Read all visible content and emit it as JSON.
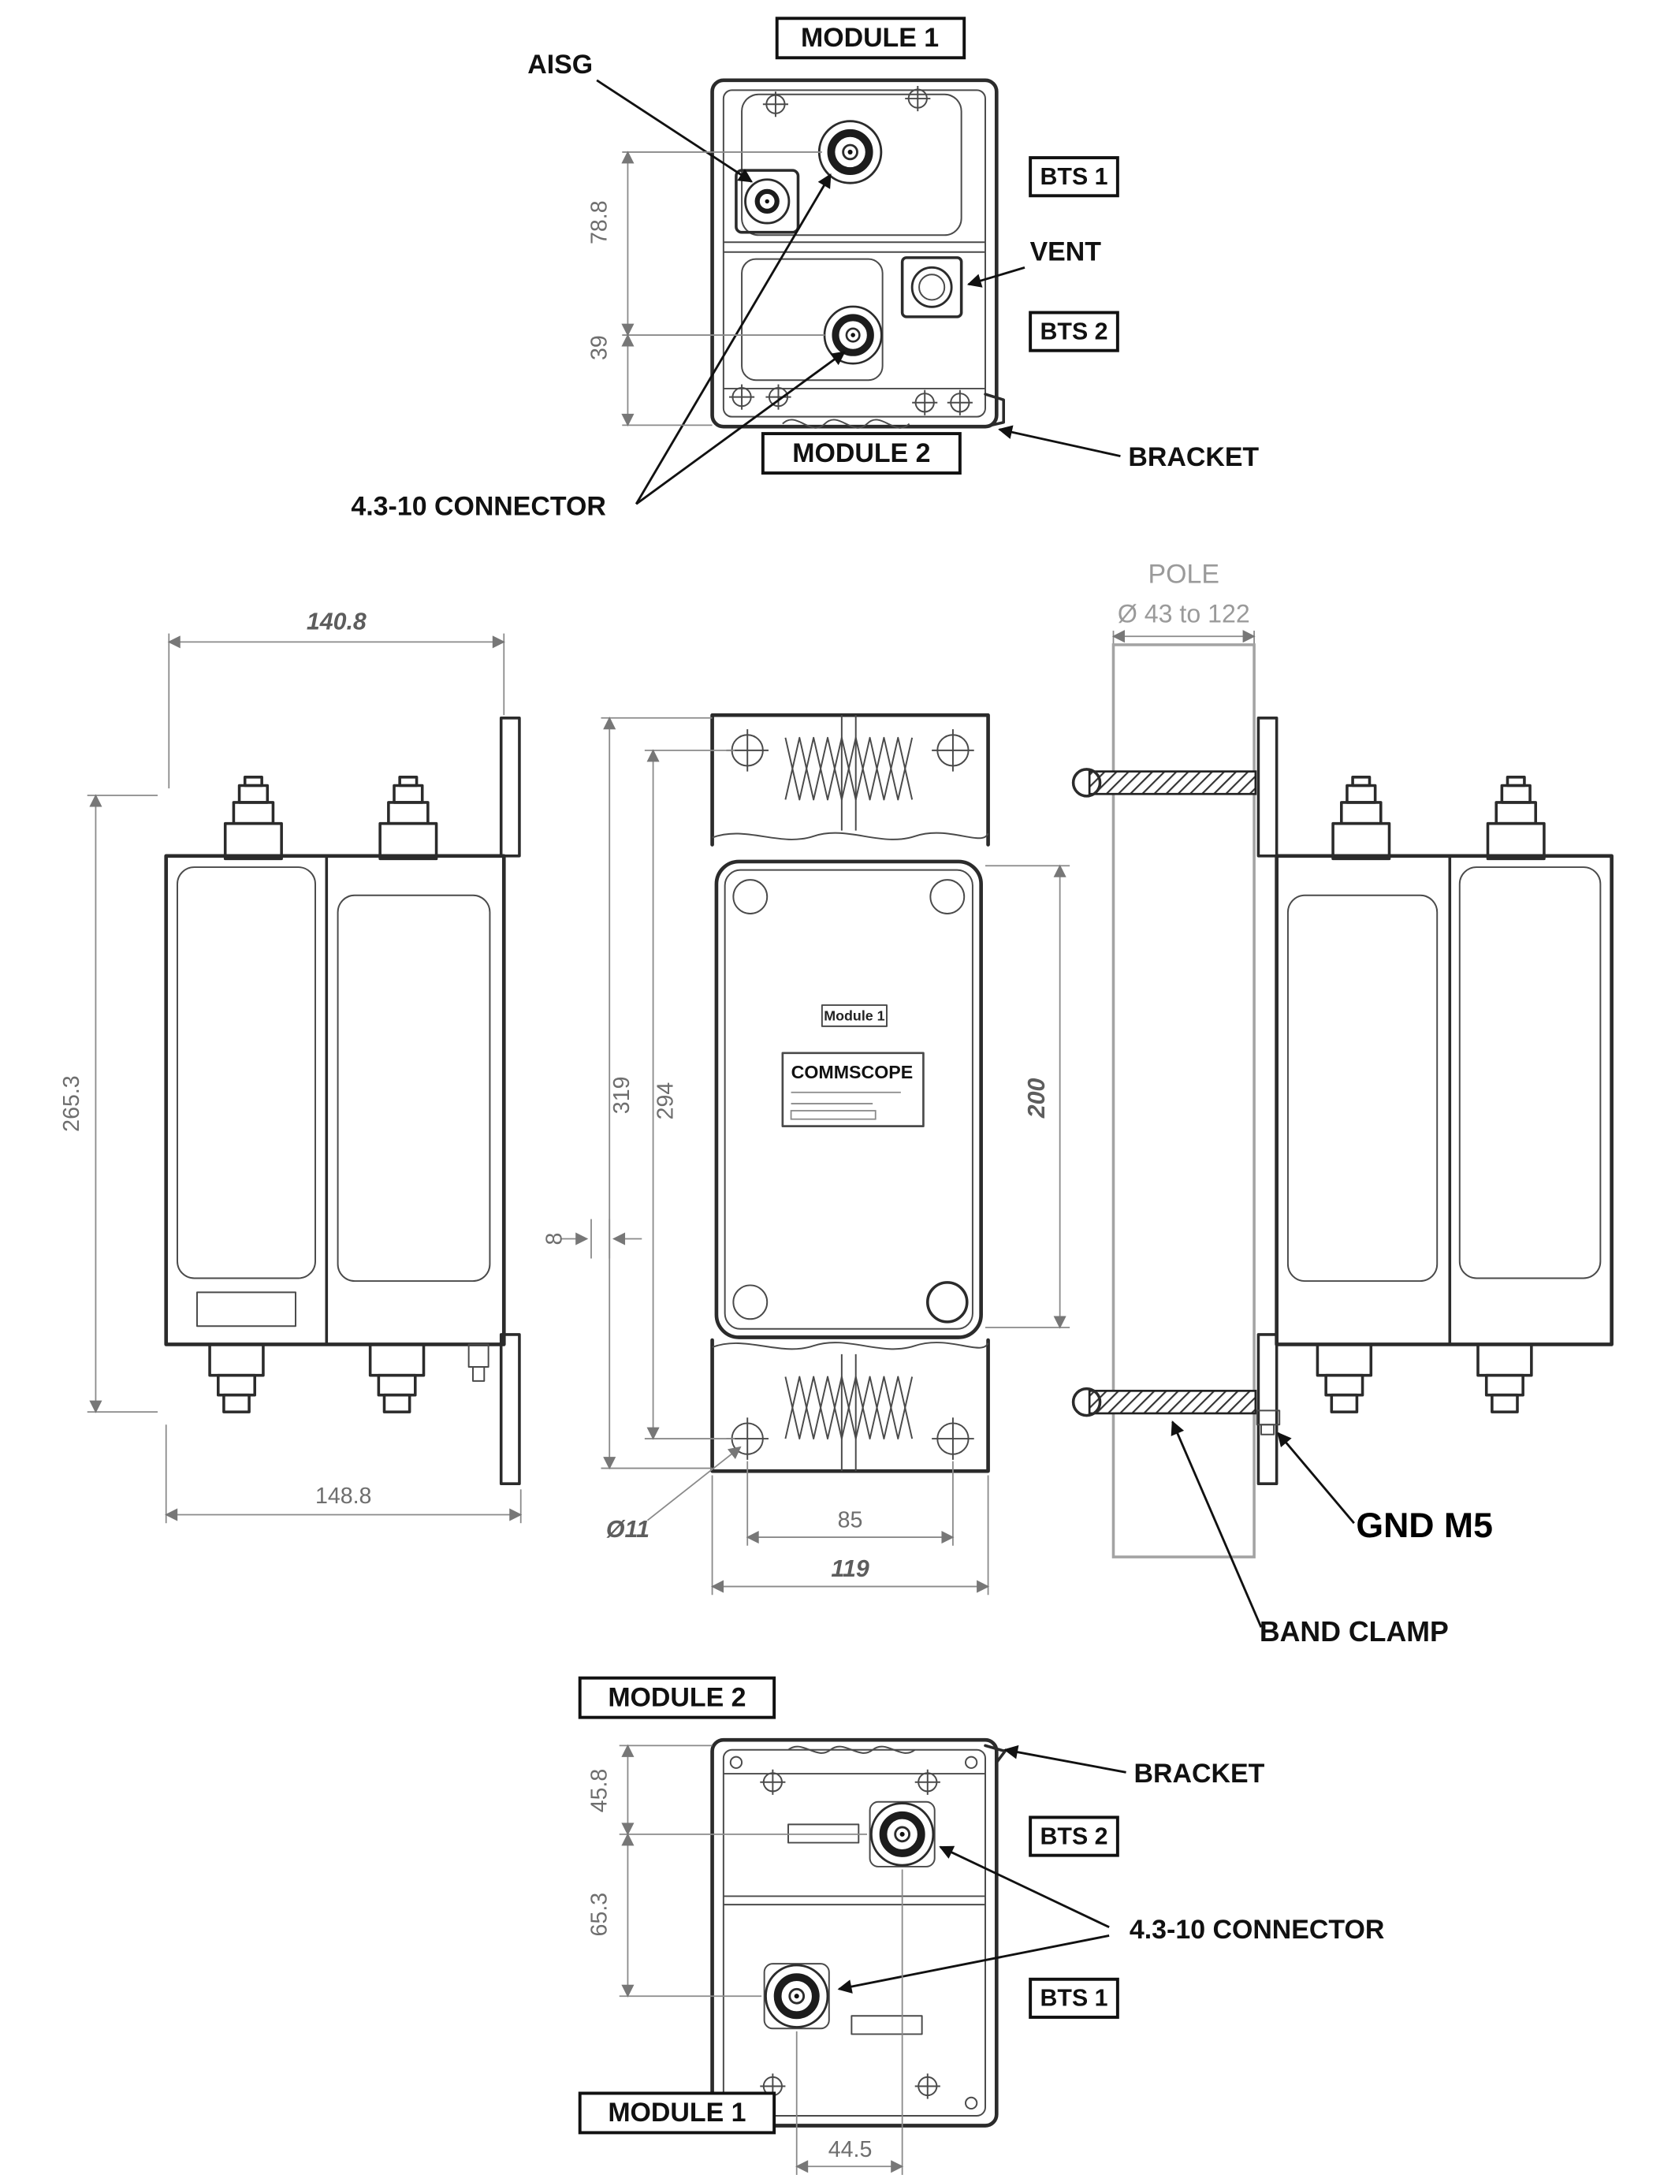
{
  "top_view": {
    "module1": "MODULE 1",
    "module2": "MODULE 2",
    "aisg": "AISG",
    "bts1": "BTS 1",
    "bts2": "BTS 2",
    "vent": "VENT",
    "bracket": "BRACKET",
    "connector": "4.3-10 CONNECTOR",
    "dim_connector_spacing": "78.8",
    "dim_connector_to_edge": "39"
  },
  "side_view_left": {
    "dim_depth_top": "140.8",
    "dim_height": "265.3",
    "dim_depth_bottom": "148.8"
  },
  "front_view": {
    "dim_overall_height": "319",
    "dim_hole_spacing_v": "294",
    "dim_body_height": "200",
    "dim_offset": "8",
    "dim_hole_dia": "Ø11",
    "dim_hole_spacing_h": "85",
    "dim_overall_width": "119",
    "module_tag": "Module 1",
    "brand": "COMMSCOPE"
  },
  "pole_view": {
    "pole": "POLE",
    "pole_diameter": "Ø 43 to 122",
    "gnd": "GND M5",
    "band_clamp": "BAND CLAMP"
  },
  "bottom_view": {
    "module1": "MODULE 1",
    "module2": "MODULE 2",
    "bracket": "BRACKET",
    "bts1": "BTS 1",
    "bts2": "BTS 2",
    "connector": "4.3-10 CONNECTOR",
    "dim_edge_to_bts2": "45.8",
    "dim_bts2_to_bts1": "65.3",
    "dim_connector_spacing": "44.5"
  }
}
